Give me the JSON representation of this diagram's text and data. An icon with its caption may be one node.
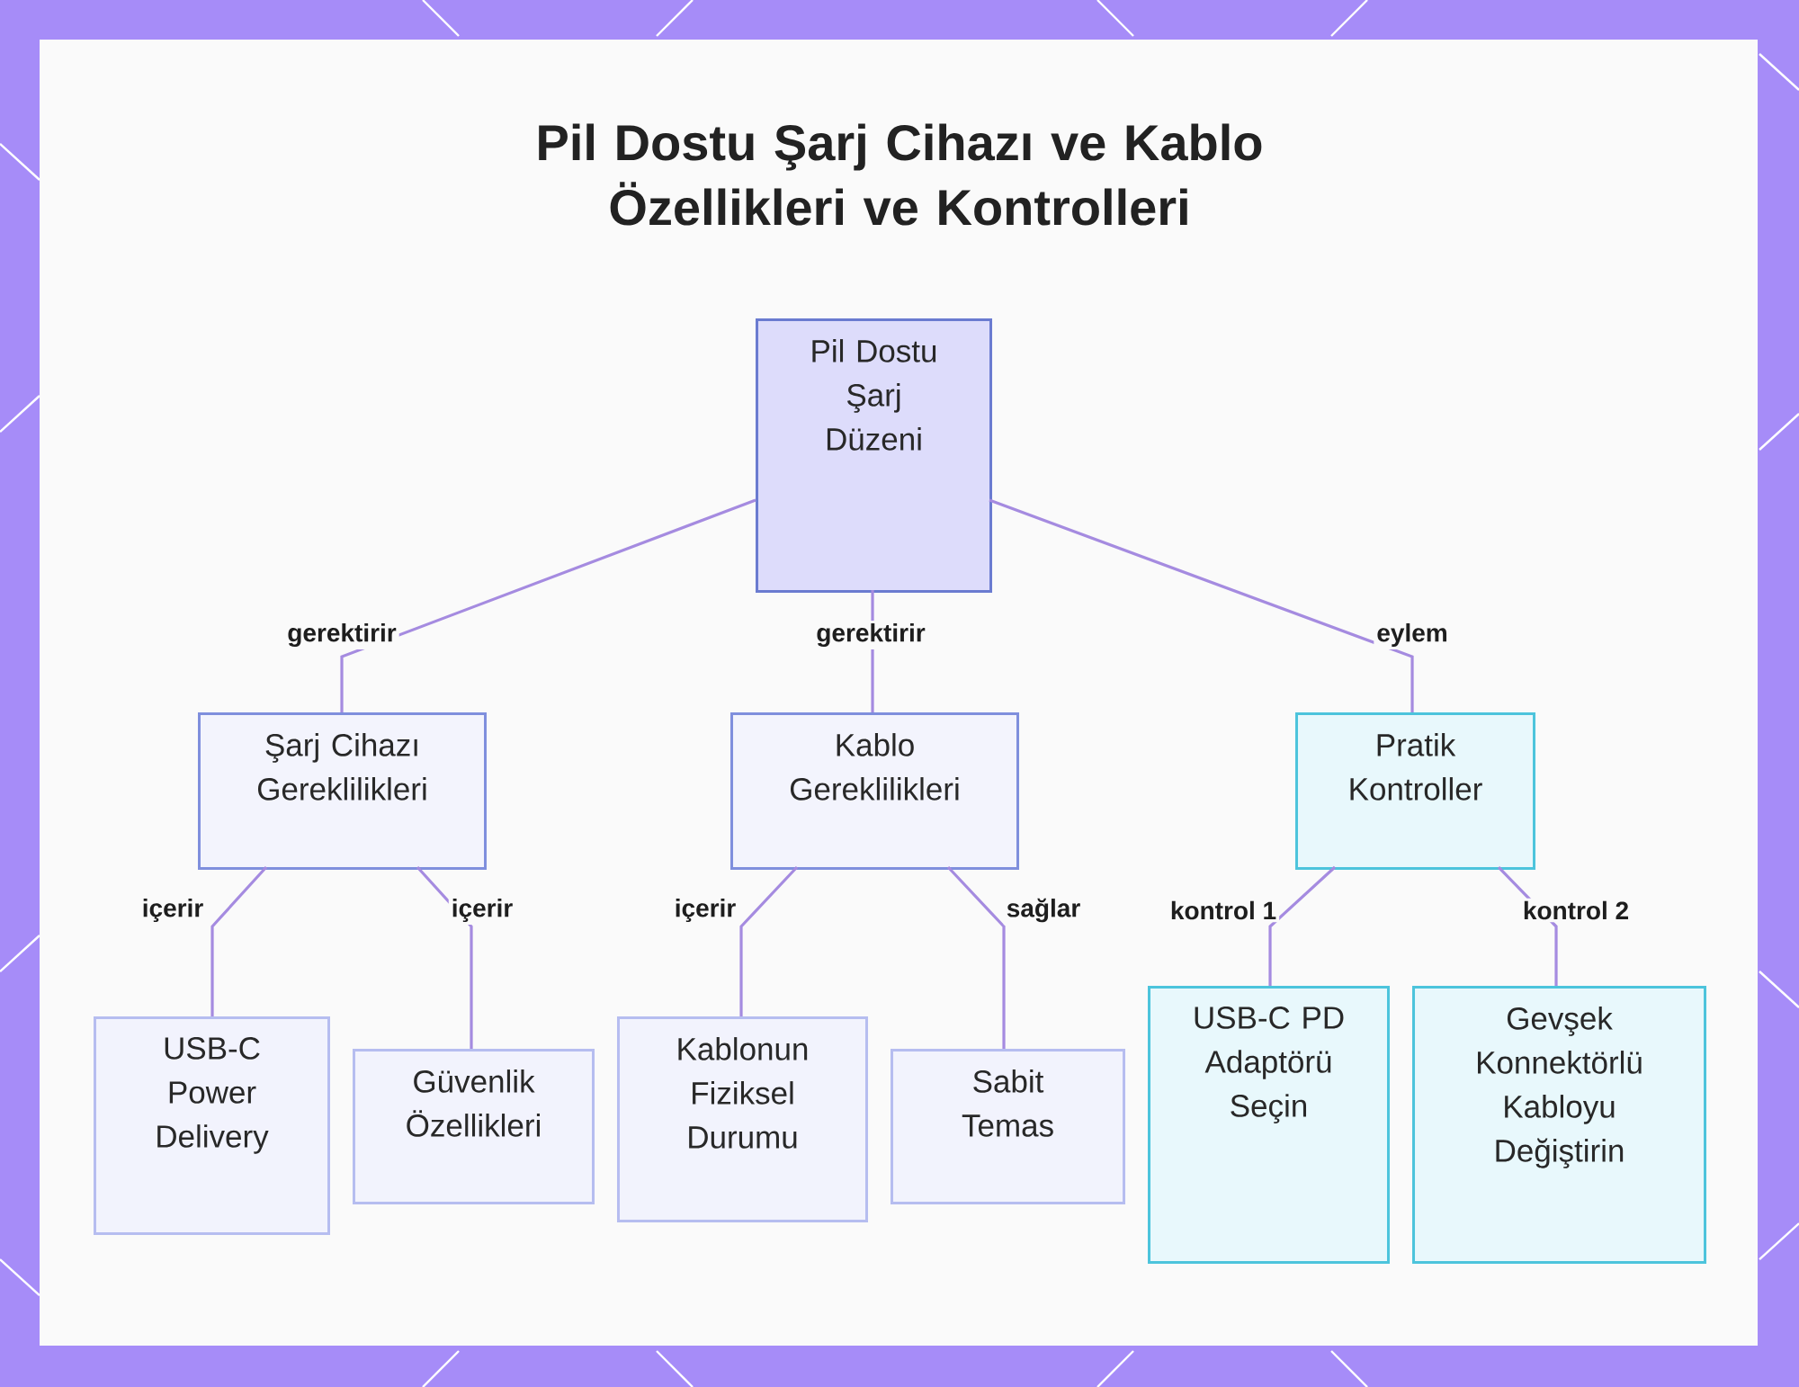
{
  "diagram": {
    "title": "Pil Dostu Şarj Cihazı ve Kablo Özellikleri ve Kontrolleri",
    "nodes": [
      {
        "text": [
          "Pil Dostu Şarj Düzeni"
        ]
      },
      {
        "text": [
          "Şarj Cihazı Gereklilikleri"
        ]
      },
      {
        "text": [
          "Kablo Gereklilikleri"
        ]
      },
      {
        "text": [
          "Pratik Kontroller"
        ]
      },
      {
        "text": [
          "USB-C Power Delivery"
        ]
      },
      {
        "text": [
          "Güvenlik Özellikleri"
        ]
      },
      {
        "text": [
          "Kablonun Fiziksel Durumu"
        ]
      },
      {
        "text": [
          "Sabit Temas"
        ]
      },
      {
        "text": [
          "USB-C PD Adaptörü Seçin"
        ]
      },
      {
        "text": [
          "Gevşek Konnektörlü Kabloyu Değiştirin"
        ]
      }
    ],
    "edges": [
      {
        "from": 0,
        "to": 1,
        "arrow": "none",
        "label": "gerektirir"
      },
      {
        "from": 0,
        "to": 2,
        "arrow": "none",
        "label": "gerektirir"
      },
      {
        "from": 0,
        "to": 3,
        "arrow": "none",
        "label": "eylem"
      },
      {
        "from": 1,
        "to": 4,
        "arrow": "none",
        "label": "içerir"
      },
      {
        "from": 1,
        "to": 5,
        "arrow": "none",
        "label": "içerir"
      },
      {
        "from": 2,
        "to": 6,
        "arrow": "none",
        "label": "içerir"
      },
      {
        "from": 2,
        "to": 7,
        "arrow": "none",
        "label": "sağlar"
      },
      {
        "from": 3,
        "to": 8,
        "arrow": "none",
        "label": "kontrol 1"
      },
      {
        "from": 3,
        "to": 9,
        "arrow": "none",
        "label": "kontrol 2"
      }
    ]
  }
}
